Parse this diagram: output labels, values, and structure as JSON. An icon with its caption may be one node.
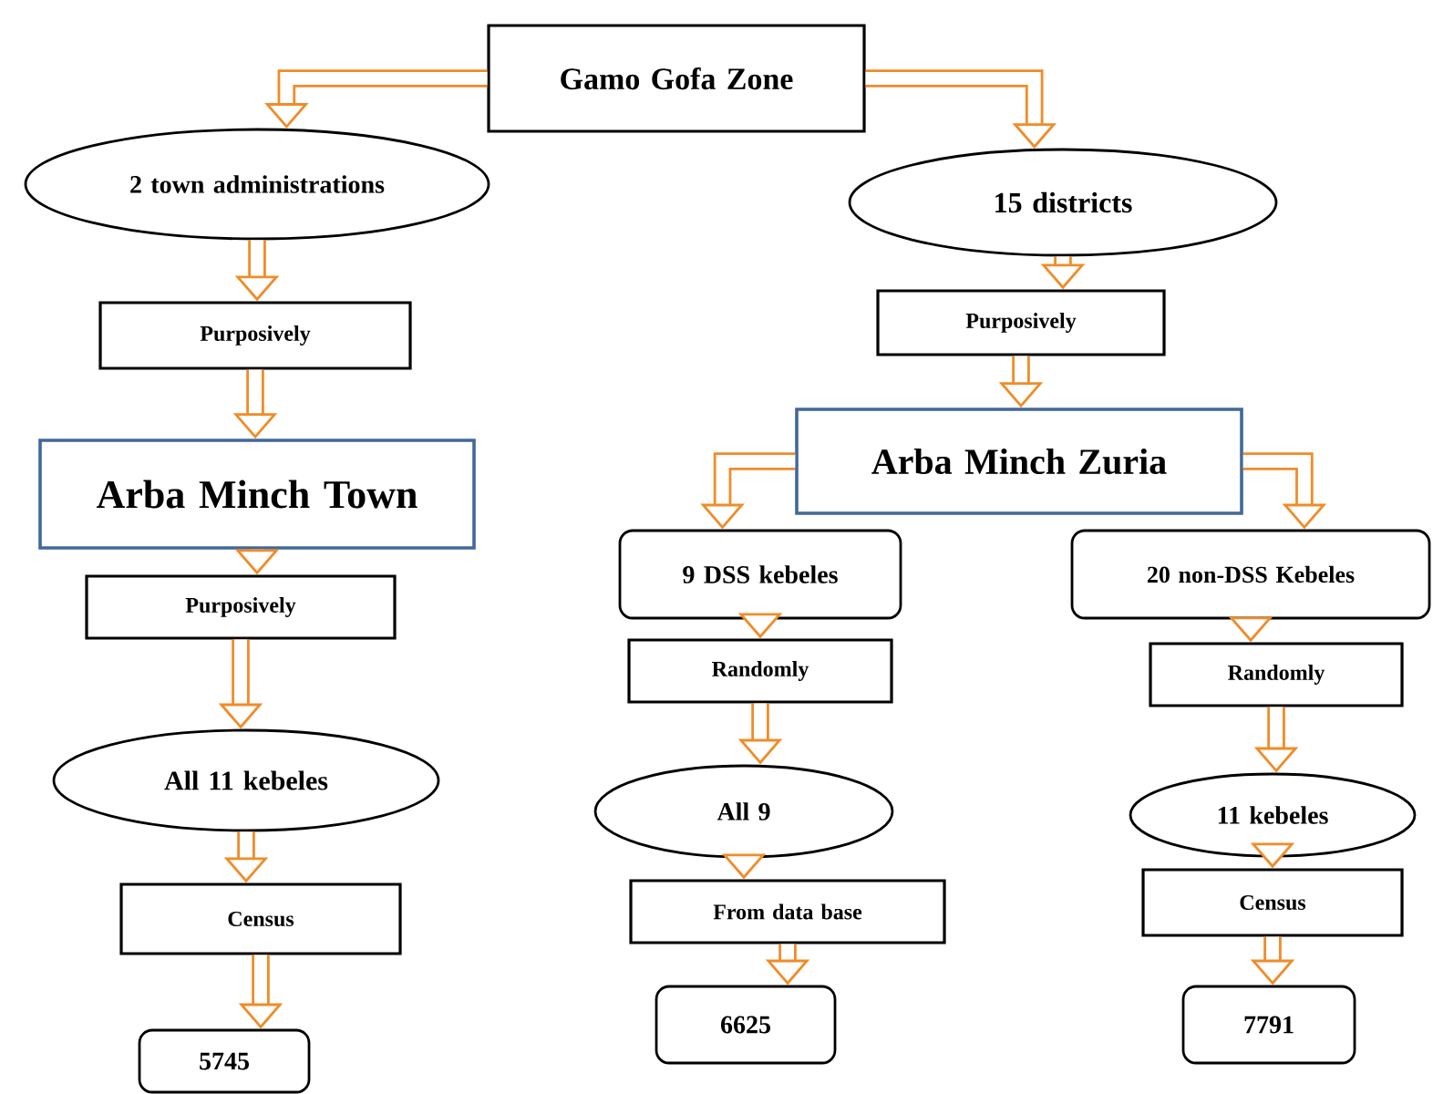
{
  "diagram": {
    "nodes": [
      {
        "text": [
          "Gamo Gofa Zone"
        ]
      },
      {
        "text": [
          "2 town administrations"
        ]
      },
      {
        "text": [
          "15 districts"
        ]
      },
      {
        "text": [
          "Purposively"
        ]
      },
      {
        "text": [
          "Purposively"
        ]
      },
      {
        "text": [
          "Arba Minch Town"
        ]
      },
      {
        "text": [
          "Arba Minch Zuria"
        ]
      },
      {
        "text": [
          "Purposively"
        ]
      },
      {
        "text": [
          "9 DSS kebeles"
        ]
      },
      {
        "text": [
          "20 non-DSS Kebeles"
        ]
      },
      {
        "text": [
          "All 11 kebeles"
        ]
      },
      {
        "text": [
          "Randomly"
        ]
      },
      {
        "text": [
          "Randomly"
        ]
      },
      {
        "text": [
          "All 9"
        ]
      },
      {
        "text": [
          "11 kebeles"
        ]
      },
      {
        "text": [
          "Census"
        ]
      },
      {
        "text": [
          "From data base"
        ]
      },
      {
        "text": [
          "Census"
        ]
      },
      {
        "text": [
          "5745"
        ]
      },
      {
        "text": [
          "6625"
        ]
      },
      {
        "text": [
          "7791"
        ]
      }
    ],
    "edges": [
      {
        "from": 0,
        "to": 1,
        "arrow": "to"
      },
      {
        "from": 0,
        "to": 2,
        "arrow": "to"
      },
      {
        "from": 1,
        "to": 3,
        "arrow": "to"
      },
      {
        "from": 3,
        "to": 5,
        "arrow": "to"
      },
      {
        "from": 2,
        "to": 4,
        "arrow": "to"
      },
      {
        "from": 4,
        "to": 6,
        "arrow": "to"
      },
      {
        "from": 5,
        "to": 7,
        "arrow": "to"
      },
      {
        "from": 7,
        "to": 10,
        "arrow": "to"
      },
      {
        "from": 6,
        "to": 8,
        "arrow": "to"
      },
      {
        "from": 6,
        "to": 9,
        "arrow": "to"
      },
      {
        "from": 8,
        "to": 11,
        "arrow": "to"
      },
      {
        "from": 11,
        "to": 13,
        "arrow": "to"
      },
      {
        "from": 9,
        "to": 12,
        "arrow": "to"
      },
      {
        "from": 12,
        "to": 14,
        "arrow": "to"
      },
      {
        "from": 10,
        "to": 15,
        "arrow": "to"
      },
      {
        "from": 15,
        "to": 18,
        "arrow": "to"
      },
      {
        "from": 13,
        "to": 16,
        "arrow": "to"
      },
      {
        "from": 16,
        "to": 19,
        "arrow": "to"
      },
      {
        "from": 14,
        "to": 17,
        "arrow": "to"
      },
      {
        "from": 17,
        "to": 20,
        "arrow": "to"
      }
    ]
  }
}
